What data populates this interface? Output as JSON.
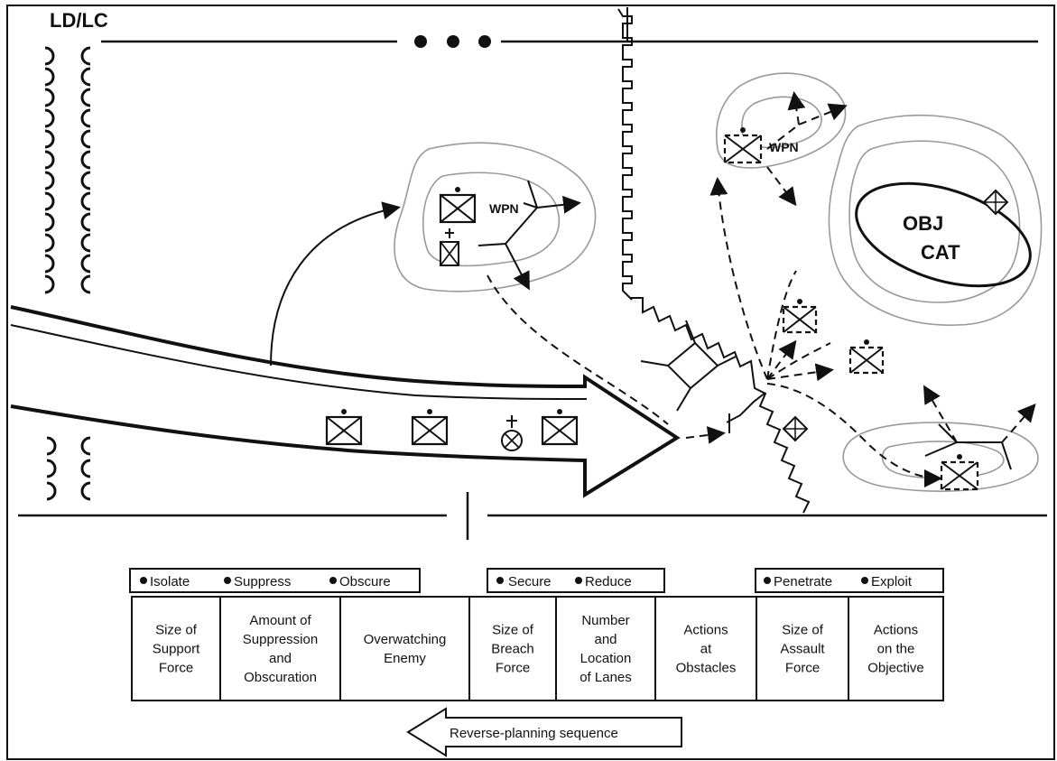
{
  "map": {
    "ld_lc_label": "LD/LC",
    "weapon_label_1": "WPN",
    "weapon_label_2": "WPN",
    "objective_line1": "OBJ",
    "objective_line2": "CAT"
  },
  "tab_groups": [
    {
      "items": [
        "Isolate",
        "Suppress",
        "Obscure"
      ]
    },
    {
      "items": [
        "Secure",
        "Reduce"
      ]
    },
    {
      "items": [
        "Penetrate",
        "Exploit"
      ]
    }
  ],
  "table_cells": [
    [
      "Size of",
      "Support",
      "Force"
    ],
    [
      "Amount of",
      "Suppression",
      "and",
      "Obscuration"
    ],
    [
      "Overwatching",
      "Enemy"
    ],
    [
      "Size of",
      "Breach",
      "Force"
    ],
    [
      "Number",
      "and",
      "Location",
      "of Lanes"
    ],
    [
      "Actions",
      "at",
      "Obstacles"
    ],
    [
      "Size of",
      "Assault",
      "Force"
    ],
    [
      "Actions",
      "on the",
      "Objective"
    ]
  ],
  "reverse_arrow_label": "Reverse-planning sequence",
  "icons": [
    "infantry-unit-symbol",
    "engineer-unit-symbol",
    "medical-unit-symbol",
    "wire-obstacle-symbol"
  ]
}
